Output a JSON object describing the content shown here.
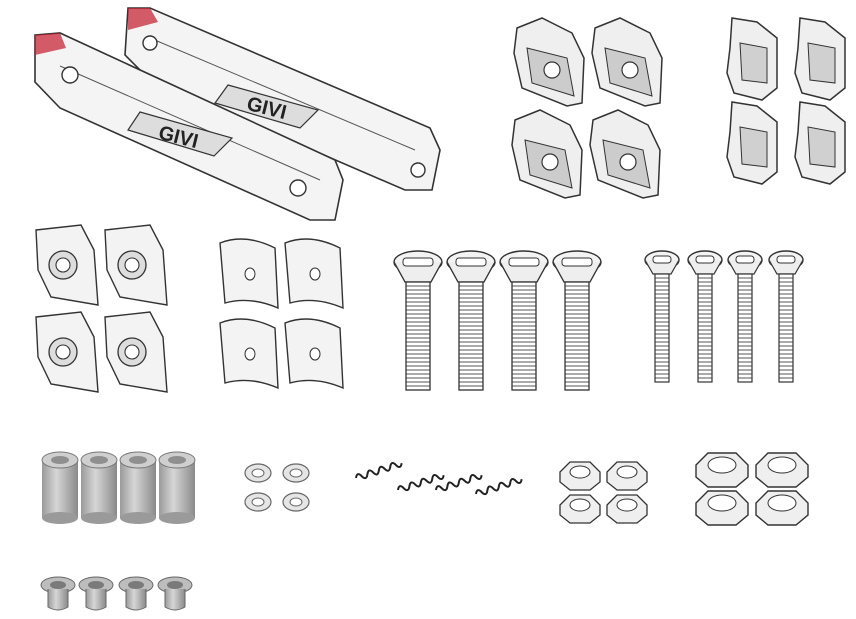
{
  "image": {
    "description_free": true,
    "brand_logo_text": "GIVI"
  },
  "parts": {
    "mounting_bars": {
      "count": 2,
      "logo": "GIVI"
    },
    "large_clamps": {
      "count": 4
    },
    "small_clips": {
      "count": 4
    },
    "spacer_plates": {
      "count": 4
    },
    "curved_washers": {
      "count": 4
    },
    "long_bolts": {
      "count": 4
    },
    "thin_bolts": {
      "count": 4
    },
    "rubber_bushings": {
      "count": 4
    },
    "flat_washers": {
      "count": 4
    },
    "springs": {
      "count": 4
    },
    "small_nuts": {
      "count": 4
    },
    "large_nuts": {
      "count": 4
    },
    "flanged_bushings": {
      "count": 4
    }
  },
  "colors": {
    "outline": "#333333",
    "fill": "#f2f2f2",
    "accent": "#c4182b",
    "metal": "#bdbdbd"
  }
}
